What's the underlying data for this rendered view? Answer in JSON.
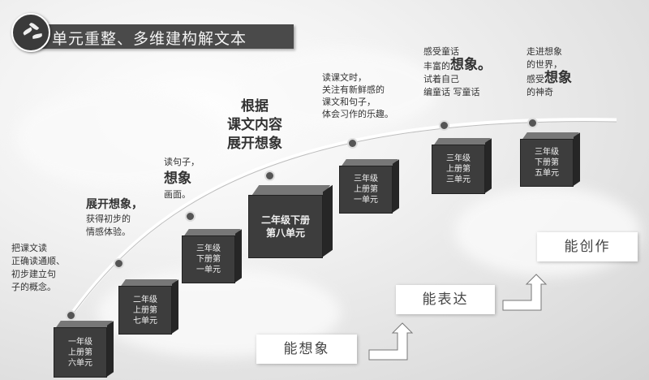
{
  "title": "单元重整、多维建构解文本",
  "annotations": {
    "a1": [
      "把课文读",
      "正确读通顺、",
      "初步建立句",
      "子的概念。"
    ],
    "a2_head": "展开想象，",
    "a2": [
      "获得初步的",
      "情感体验。"
    ],
    "a3_top": "读句子，",
    "a3_big": "想象",
    "a3_bottom": "画面。",
    "a4": [
      "根据",
      "课文内容",
      "展开想象"
    ],
    "a5": [
      "读课文时，",
      "关注有新鲜感的",
      "课文和句子，",
      "体会习作的乐趣。"
    ],
    "a6_top": "感受童话",
    "a6_mid_pre": "丰富的",
    "a6_big": "想象。",
    "a6_bottom": [
      "试着自己",
      "编童话 写童话"
    ],
    "a7_top": [
      "走进想象",
      "的世界，"
    ],
    "a7_mid_pre": "感受",
    "a7_big": "想象",
    "a7_bottom": "的神奇"
  },
  "units": {
    "u1": "一年级\n上册第\n六单元",
    "u2": "二年级\n上册第\n七单元",
    "u3": "三年级\n下册第\n一单元",
    "u4": "二年级下册\n第八单元",
    "u5": "三年级\n上册第\n一单元",
    "u6": "三年级\n上册第\n三单元",
    "u7": "三年级\n下册第\n五单元"
  },
  "abilities": {
    "think": "能想象",
    "express": "能表达",
    "create": "能创作"
  },
  "colors": {
    "title_bar": "#4a4a4a",
    "cube": "#3d3d3d",
    "curve": "#ffffff"
  }
}
